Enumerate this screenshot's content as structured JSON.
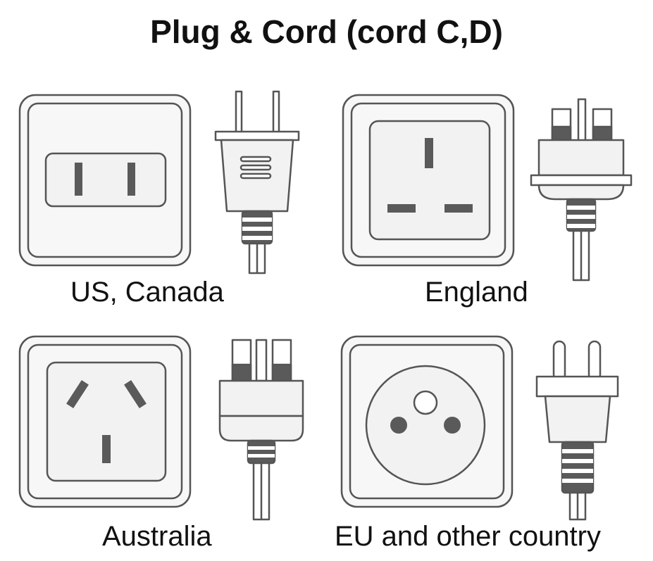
{
  "title": "Plug & Cord (cord C,D)",
  "regions": [
    {
      "label": "US, Canada",
      "socket_icon": "us-canada-socket-icon",
      "plug_icon": "us-canada-plug-icon"
    },
    {
      "label": "England",
      "socket_icon": "england-socket-icon",
      "plug_icon": "england-plug-icon"
    },
    {
      "label": "Australia",
      "socket_icon": "australia-socket-icon",
      "plug_icon": "australia-plug-icon"
    },
    {
      "label": "EU and other country",
      "socket_icon": "eu-socket-icon",
      "plug_icon": "eu-plug-icon"
    }
  ],
  "colors": {
    "line": "#555555",
    "fill": "#f2f2f2",
    "slot": "#5a5a5a"
  }
}
